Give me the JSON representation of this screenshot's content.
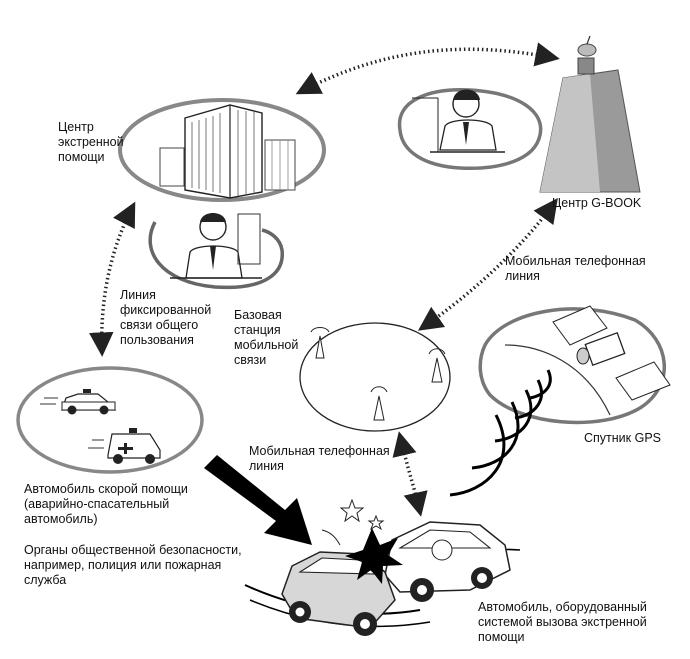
{
  "labels": {
    "emergency_center": "Центр\nэкстренной\nпомощи",
    "gbook_center": "Центр G-BOOK",
    "mobile_line_top": "Мобильная телефонная\nлиния",
    "fixed_line": "Линия\nфиксированной\nсвязи общего\nпользования",
    "base_station": "Базовая\nстанция\nмобильной\nсвязи",
    "gps_satellite": "Спутник GPS",
    "mobile_line_bottom": "Мобильная телефонная\nлиния",
    "ambulance": "Автомобиль скорой помощи\n(аварийно-спасательный\nавтомобиль)",
    "public_safety": "Органы общественной безопасности,\nнапример, полиция или пожарная\nслужба",
    "equipped_car": "Автомобиль, оборудованный\nсистемой вызова экстренной\nпомощи"
  },
  "icons": [
    "office-building-icon",
    "operator-headset-icon",
    "gbook-tower-icon",
    "cell-antenna-icon",
    "gps-satellite-icon",
    "police-car-icon",
    "ambulance-icon",
    "car-crash-icon"
  ]
}
